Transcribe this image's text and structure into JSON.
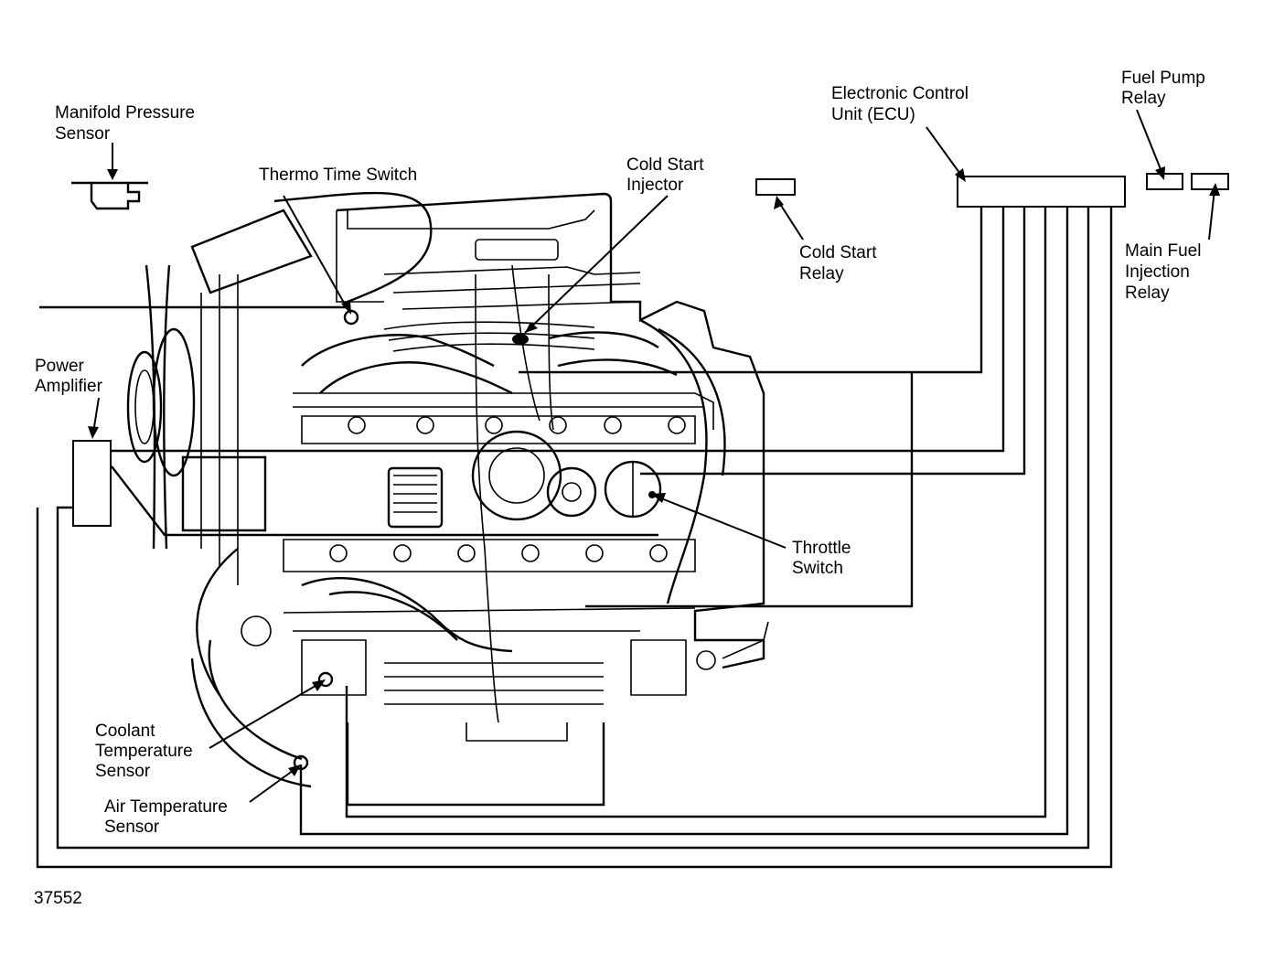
{
  "labels": {
    "manifold_pressure_sensor": [
      "Manifold Pressure",
      "Sensor"
    ],
    "thermo_time_switch": [
      "Thermo Time Switch"
    ],
    "cold_start_injector": [
      "Cold Start",
      "Injector"
    ],
    "cold_start_relay": [
      "Cold Start",
      "Relay"
    ],
    "ecu": [
      "Electronic Control",
      "Unit (ECU)"
    ],
    "fuel_pump_relay": [
      "Fuel Pump",
      "Relay"
    ],
    "main_fuel_injection_relay": [
      "Main Fuel",
      "Injection",
      "Relay"
    ],
    "power_amplifier": [
      "Power",
      "Amplifier"
    ],
    "throttle_switch": [
      "Throttle",
      "Switch"
    ],
    "coolant_temperature_sensor": [
      "Coolant",
      "Temperature",
      "Sensor"
    ],
    "air_temperature_sensor": [
      "Air Temperature",
      "Sensor"
    ]
  },
  "figure_number": "37552"
}
